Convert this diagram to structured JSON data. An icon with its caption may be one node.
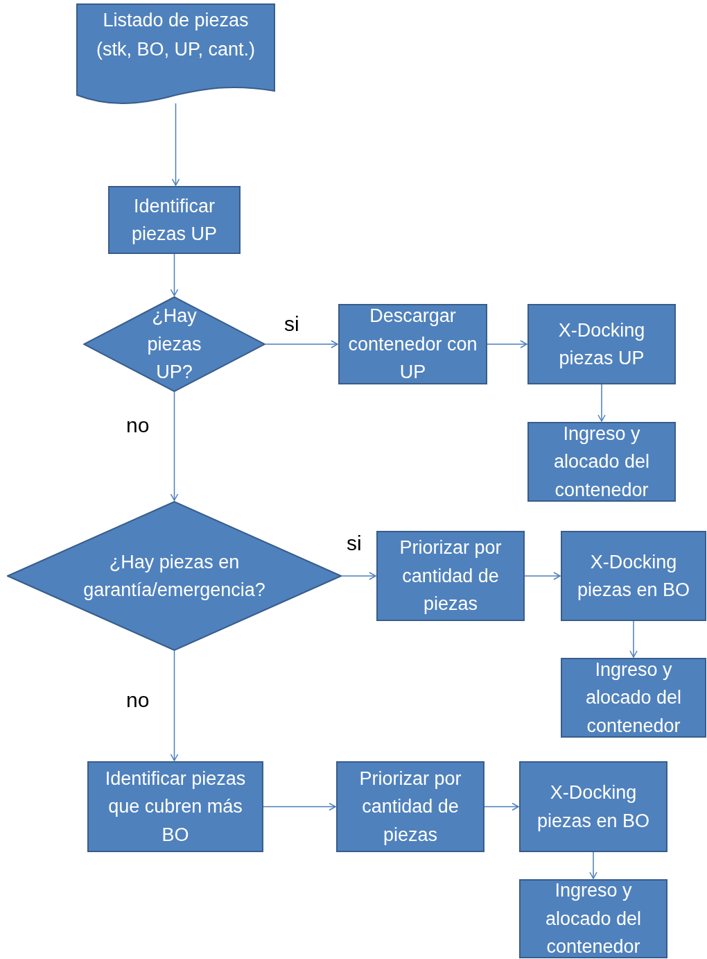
{
  "diagram": {
    "nodes": [
      {
        "text": [
          "Listado de piezas (stk, BO, UP, cant.)"
        ]
      },
      {
        "text": [
          "Identificar piezas UP"
        ]
      },
      {
        "text": [
          "¿Hay piezas UP?"
        ]
      },
      {
        "text": [
          "Descargar contenedor con UP"
        ]
      },
      {
        "text": [
          "X-Docking piezas UP"
        ]
      },
      {
        "text": [
          "Ingreso y alocado del contenedor"
        ]
      },
      {
        "text": [
          "¿Hay piezas en garantía/emergencia?"
        ]
      },
      {
        "text": [
          "Priorizar por cantidad de piezas"
        ]
      },
      {
        "text": [
          "X-Docking piezas en BO"
        ]
      },
      {
        "text": [
          "Ingreso y alocado del contenedor"
        ]
      },
      {
        "text": [
          "Identificar piezas que cubren más BO"
        ]
      },
      {
        "text": [
          "Priorizar por cantidad de piezas"
        ]
      },
      {
        "text": [
          "X-Docking piezas en BO"
        ]
      },
      {
        "text": [
          "Ingreso y alocado del contenedor"
        ]
      }
    ],
    "edges": [
      {
        "from": 0,
        "to": 1,
        "arrow": "to"
      },
      {
        "from": 1,
        "to": 2,
        "arrow": "to"
      },
      {
        "from": 2,
        "to": 3,
        "arrow": "to",
        "label": "si"
      },
      {
        "from": 3,
        "to": 4,
        "arrow": "to"
      },
      {
        "from": 4,
        "to": 5,
        "arrow": "to"
      },
      {
        "from": 2,
        "to": 6,
        "arrow": "to",
        "label": "no"
      },
      {
        "from": 6,
        "to": 7,
        "arrow": "to",
        "label": "si"
      },
      {
        "from": 7,
        "to": 8,
        "arrow": "to"
      },
      {
        "from": 8,
        "to": 9,
        "arrow": "to"
      },
      {
        "from": 6,
        "to": 10,
        "arrow": "to",
        "label": "no"
      },
      {
        "from": 10,
        "to": 11,
        "arrow": "to"
      },
      {
        "from": 11,
        "to": 12,
        "arrow": "to"
      },
      {
        "from": 12,
        "to": 13,
        "arrow": "to"
      }
    ]
  }
}
